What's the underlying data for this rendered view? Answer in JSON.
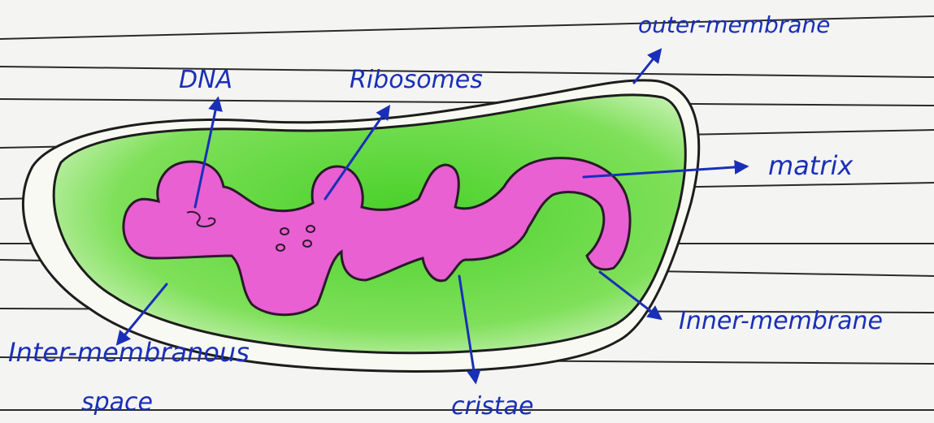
{
  "labels": {
    "outer_membrane": "outer-membrane",
    "dna": "DNA",
    "ribosomes": "Ribosomes",
    "matrix": "matrix",
    "inner_membrane": "Inner-membrane",
    "intermembranous_line1": "Inter-membranous",
    "intermembranous_line2": "space",
    "cristae": "cristae"
  },
  "colors": {
    "ink": "#1a2fb8",
    "outer_fill": "#6fd94a",
    "matrix_fill": "#e85fcf",
    "paper": "#f4f4f2"
  }
}
